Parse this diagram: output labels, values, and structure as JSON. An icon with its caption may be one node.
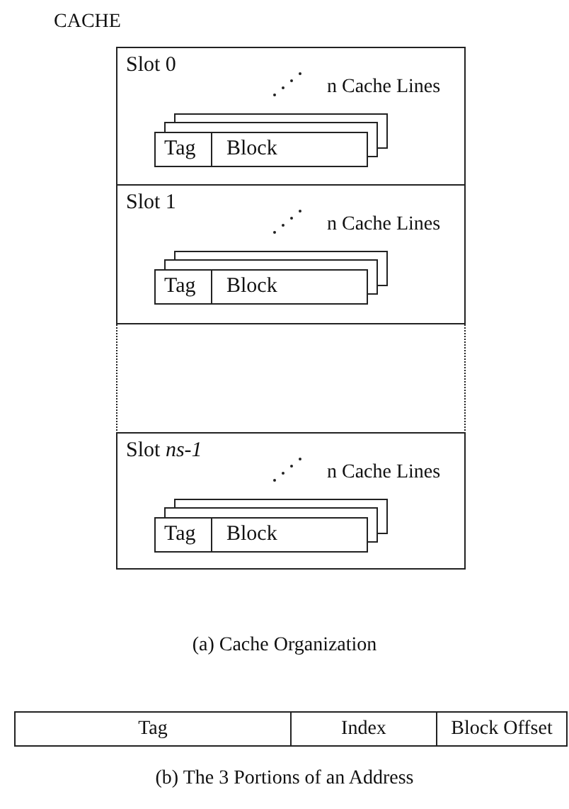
{
  "diagram": {
    "nodes": [
      {
        "text": [
          "CACHE"
        ]
      },
      {
        "text": [
          "Slot 0",
          "n Cache Lines"
        ],
        "in": 0
      },
      {
        "text": [
          "Tag"
        ],
        "in": 1
      },
      {
        "text": [
          "Block"
        ],
        "in": 1
      },
      {
        "text": [
          "Slot 1",
          "n Cache Lines"
        ],
        "in": 0
      },
      {
        "text": [
          "Tag"
        ],
        "in": 4
      },
      {
        "text": [
          "Block"
        ],
        "in": 4
      },
      {
        "text": [],
        "shape": "box",
        "in": 0
      },
      {
        "text": [
          "Slot *ns-1*",
          "n Cache Lines"
        ],
        "in": 0
      },
      {
        "text": [
          "Tag"
        ],
        "in": 8
      },
      {
        "text": [
          "Block"
        ],
        "in": 8
      },
      {
        "text": [
          "Tag"
        ]
      },
      {
        "text": [
          "Index"
        ]
      },
      {
        "text": [
          "Block Offset"
        ]
      }
    ],
    "edges": [],
    "labels": [
      "(a) Cache Organization",
      "(b) The 3 Portions of an Address"
    ]
  }
}
